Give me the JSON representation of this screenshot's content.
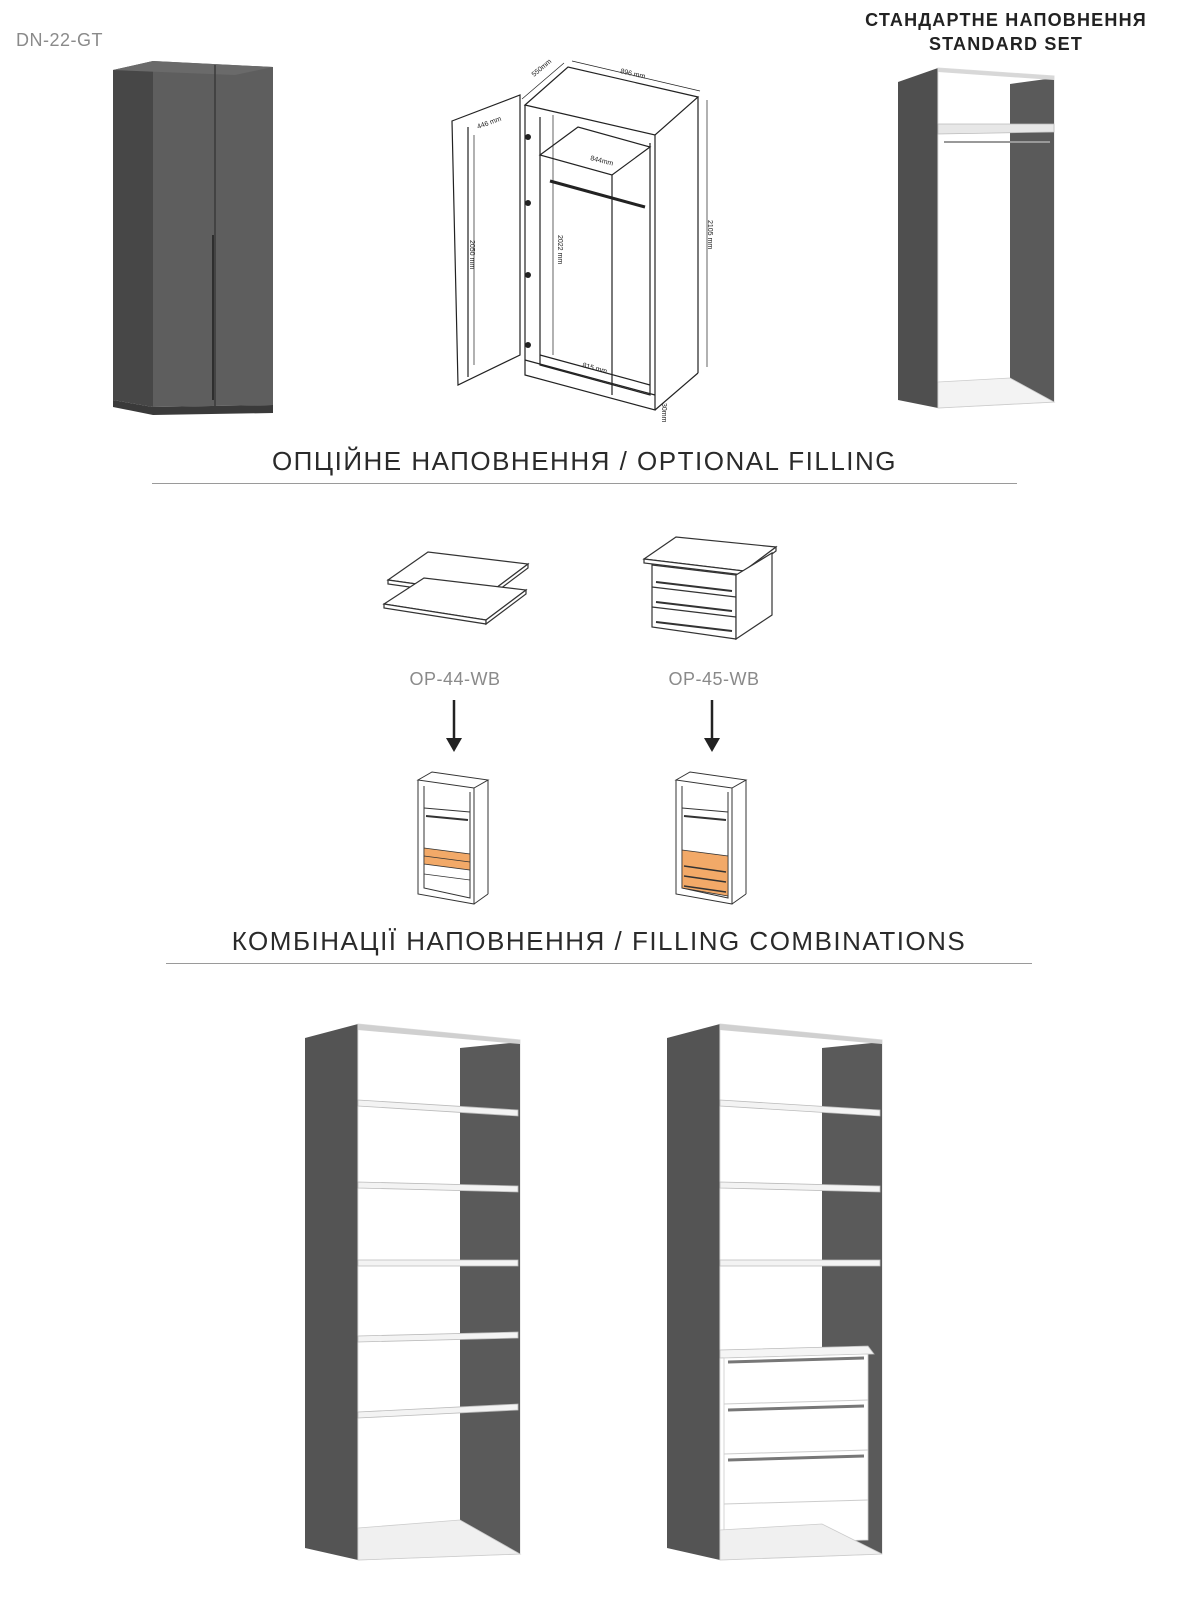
{
  "header": {
    "model_code": "DN-22-GT",
    "standard_title_ua": "СТАНДАРТНЕ НАПОВНЕННЯ",
    "standard_title_en": "STANDARD SET"
  },
  "dimensions": {
    "depth": "550mm",
    "width": "896 mm",
    "door_width": "446 mm",
    "inner_width": "844mm",
    "door_height": "2050 mm",
    "inner_height": "2022 mm",
    "total_height": "2105 mm",
    "base_width": "815 mm",
    "plinth": "30mm"
  },
  "optional": {
    "title": "ОПЦІЙНЕ НАПОВНЕННЯ / OPTIONAL FILLING",
    "items": [
      {
        "code": "OP-44-WB"
      },
      {
        "code": "OP-45-WB"
      }
    ]
  },
  "combinations": {
    "title": "КОМБІНАЦІЇ НАПОВНЕННЯ / FILLING COMBINATIONS"
  },
  "colors": {
    "body_dark": "#555555",
    "interior": "#ffffff",
    "highlight": "#f2a968"
  }
}
